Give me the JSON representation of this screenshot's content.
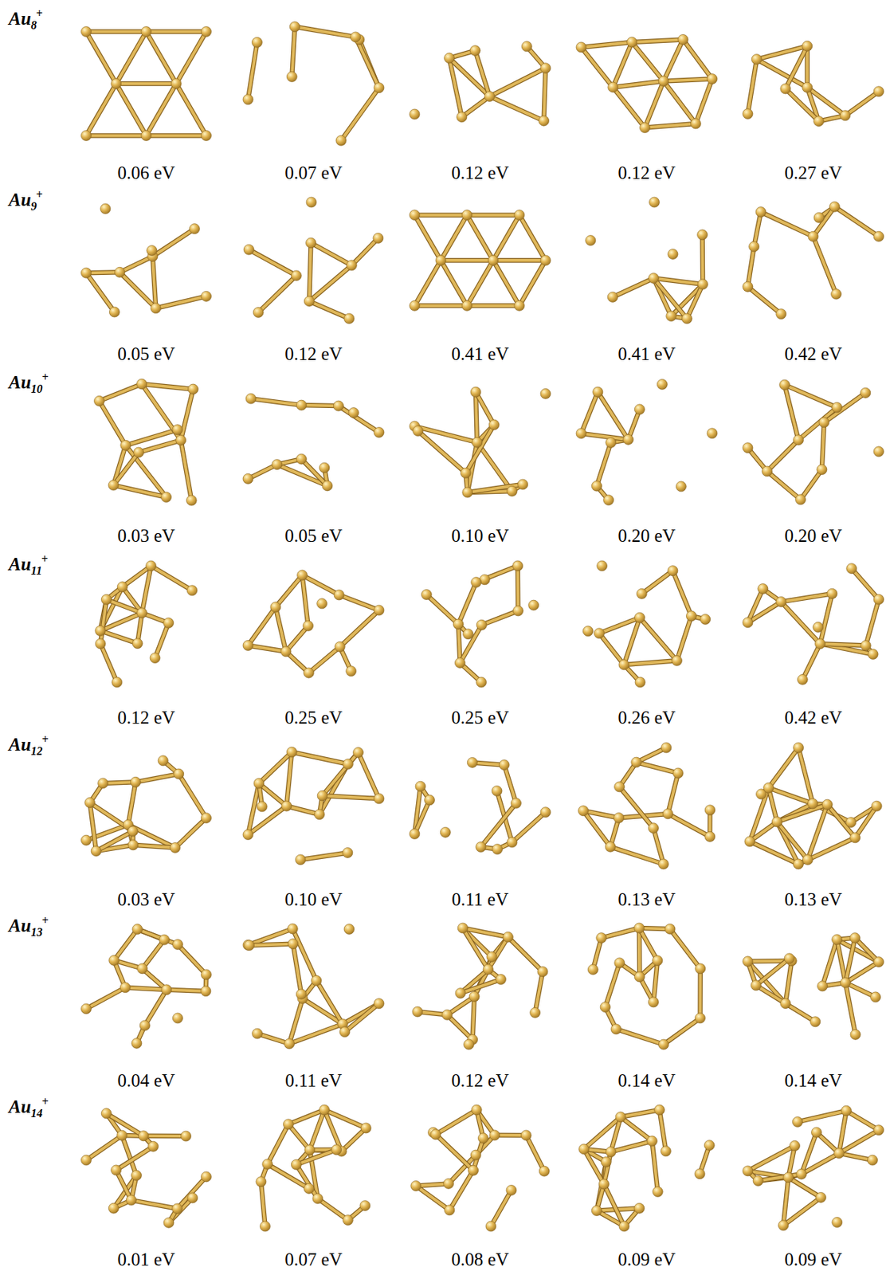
{
  "diagram": {
    "labels": [
      "Au8+",
      "0.06 eV",
      "0.07 eV",
      "0.12 eV",
      "0.12 eV",
      "0.27 eV",
      "Au9+",
      "0.05 eV",
      "0.12 eV",
      "0.41 eV",
      "0.41 eV",
      "0.42 eV",
      "Au10+",
      "0.03 eV",
      "0.05 eV",
      "0.10 eV",
      "0.20 eV",
      "0.20 eV",
      "Au11+",
      "0.12 eV",
      "0.25 eV",
      "0.25 eV",
      "0.26 eV",
      "0.42 eV",
      "Au12+",
      "0.03 eV",
      "0.10 eV",
      "0.11 eV",
      "0.13 eV",
      "0.13 eV",
      "Au13+",
      "0.04 eV",
      "0.11 eV",
      "0.12 eV",
      "0.14 eV",
      "0.14 eV",
      "Au14+",
      "0.01 eV",
      "0.07 eV",
      "0.08 eV",
      "0.09 eV",
      "0.09 eV"
    ]
  }
}
